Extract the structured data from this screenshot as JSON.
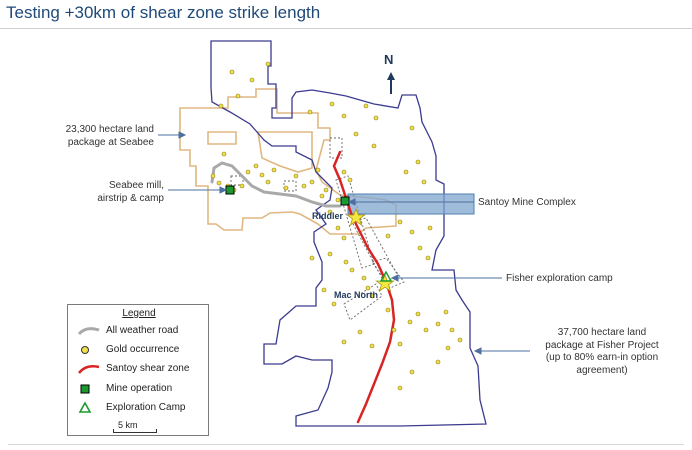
{
  "title": "Testing +30km of shear zone strike length",
  "map": {
    "north_label": "N",
    "site_labels": {
      "riddler": "Riddler",
      "mac_north": "Mac North"
    },
    "colors": {
      "seabee_boundary": "#e0b782",
      "fisher_boundary": "#3b3b8f",
      "shear_zone": "#d82424",
      "road": "#a9a9a9",
      "gold": "#f1e04a",
      "mine": "#1a9a2e",
      "star": "#f6e640",
      "highlight_box": "#5f8fbd"
    }
  },
  "annotations": {
    "seabee_package": [
      "23,300 hectare land",
      "package at Seabee"
    ],
    "seabee_mill": [
      "Seabee mill,",
      "airstrip & camp"
    ],
    "santoy": "Santoy Mine Complex",
    "fisher_camp": "Fisher exploration camp",
    "fisher_package": [
      "37,700 hectare land",
      "package at Fisher Project",
      "(up to 80% earn-in option",
      "agreement)"
    ]
  },
  "legend": {
    "title": "Legend",
    "items": [
      {
        "label": "All weather road",
        "icon": "road-line-icon"
      },
      {
        "label": "Gold occurrence",
        "icon": "gold-dot-icon"
      },
      {
        "label": "Santoy shear zone",
        "icon": "shear-line-icon"
      },
      {
        "label": "Mine operation",
        "icon": "mine-square-icon"
      },
      {
        "label": "Exploration Camp",
        "icon": "camp-triangle-icon"
      }
    ],
    "scale": "5 km"
  }
}
